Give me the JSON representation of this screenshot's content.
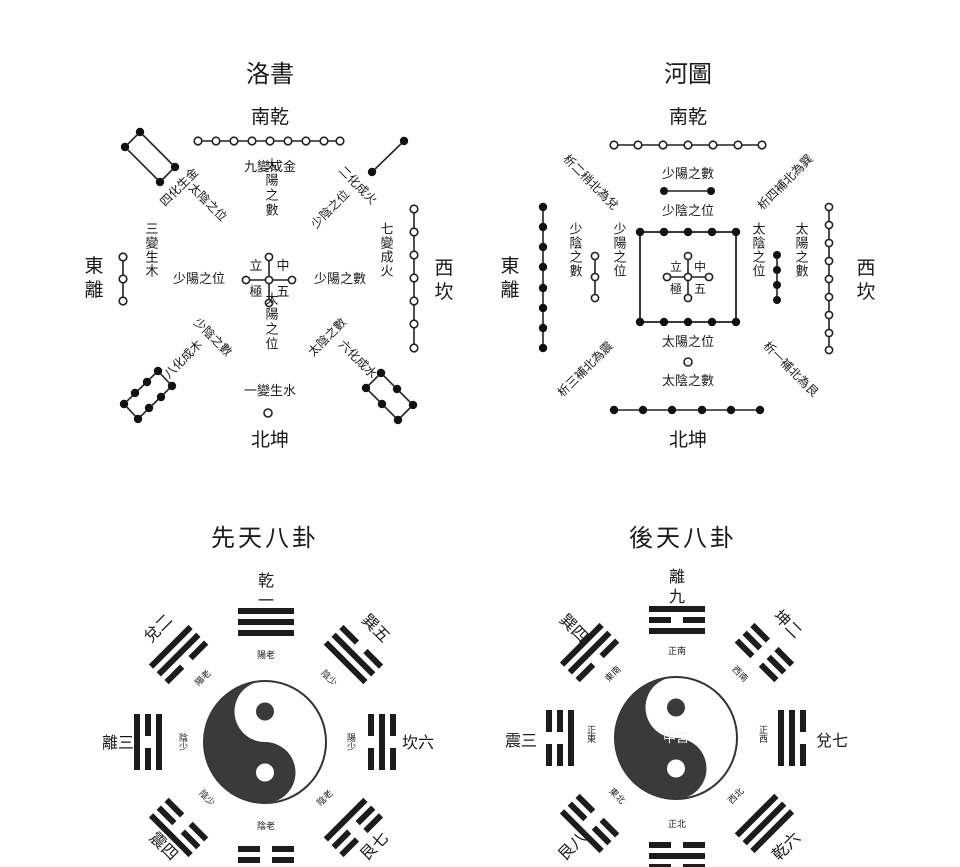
{
  "luoshu": {
    "title": "洛書",
    "top": "南乾",
    "bottom": "北坤",
    "left": "東離",
    "right": "西坎",
    "center_a": "立",
    "center_b": "中",
    "center_c": "極",
    "center_d": "五",
    "n_text": "九變成金",
    "n_sub": "太陽之數",
    "s_sub": "太陽之位",
    "s_text": "一變生水",
    "w_text": "三變生木",
    "w_sub": "少陽之位",
    "e_text": "七變成火",
    "e_sub": "少陽之數",
    "nw_text": "四化生金",
    "nw_sub": "太陰之位",
    "ne_text": "二化成火",
    "ne_sub": "少陰之位",
    "sw_text": "八化成木",
    "sw_sub": "少陰之數",
    "se_text": "六化成水",
    "se_sub": "太陰之數"
  },
  "hetu": {
    "title": "河圖",
    "top": "南乾",
    "bottom": "北坤",
    "left": "東離",
    "right": "西坎",
    "center_a": "立",
    "center_b": "中",
    "center_c": "極",
    "center_d": "五",
    "n_text": "少陽之數",
    "n_sub": "少陰之位",
    "s_text": "太陽之位",
    "s_sub": "太陰之數",
    "w_text": "少陰之數",
    "w_sub": "少陽之位",
    "e_text": "太陰之位",
    "e_sub": "太陽之數",
    "nw": "析二稍北為兌",
    "ne": "析四補北為巽",
    "sw": "析三補北為震",
    "se": "析一補北為艮"
  },
  "xiantian": {
    "title": "先天八卦",
    "n_label": "乾一",
    "ne_label": "巽五",
    "e_label": "坎六",
    "se_label": "艮七",
    "w_label": "離三",
    "nw_label": "兌二",
    "sw_label": "震四",
    "n_inner": "陽老",
    "ne_inner": "陰少",
    "e_inner": "陽少",
    "se_inner": "陰老",
    "s_inner": "陰老",
    "sw_inner": "陰少",
    "w_inner": "陰少",
    "nw_inner": "陽老"
  },
  "houtian": {
    "title": "後天八卦",
    "n_label": "離九",
    "ne_label": "坤二",
    "e_label": "兌七",
    "se_label": "乾六",
    "w_label": "震三",
    "nw_label": "巽四",
    "sw_label": "艮八",
    "center": "中宮",
    "n_inner": "正南",
    "ne_inner": "西南",
    "e_inner": "正西",
    "se_inner": "西北",
    "s_inner": "正北",
    "sw_inner": "東北",
    "w_inner": "正東",
    "nw_inner": "東南"
  }
}
